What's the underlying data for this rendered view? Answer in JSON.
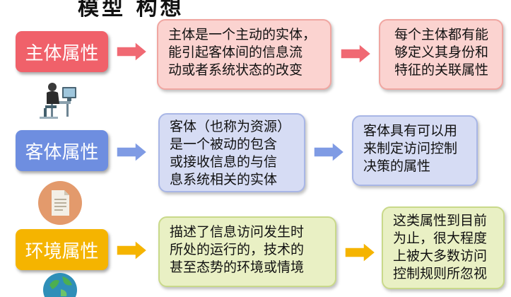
{
  "top_title": "模型  构想",
  "rows": [
    {
      "label": "主体属性",
      "definition": [
        "主体是一个主动的实体，",
        "能引起客体间的信息流",
        "动或者系统状态的改变"
      ],
      "attribute": [
        "每个主体都有能",
        "够定义其身份和",
        "特征的关联属性"
      ],
      "colors": {
        "label": "#f0616a",
        "box": "#fbd3d0",
        "border": "#f0a6a1",
        "arrow": "#f06973"
      }
    },
    {
      "label": "客体属性",
      "definition": [
        "客体（也称为资源）",
        "是一个被动的包含",
        "或接收信息的与信",
        "息系统相关的实体"
      ],
      "attribute": [
        "客体具有可以用",
        "来制定访问控制",
        "决策的属性"
      ],
      "colors": {
        "label": "#6e8ee0",
        "box": "#d6dcf4",
        "border": "#a8b6e6",
        "arrow": "#7f9be4"
      }
    },
    {
      "label": "环境属性",
      "definition": [
        "描述了信息访问发生时",
        "所处的运行的，技术的",
        "甚至态势的环境或情境"
      ],
      "attribute": [
        "这类属性到目前",
        "为止，很大程度",
        "上被大多数访问",
        "控制规则所忽视"
      ],
      "colors": {
        "label": "#f5b400",
        "box": "#e9f0c4",
        "border": "#c9d98a",
        "arrow": "#f5b400"
      }
    }
  ],
  "icons": [
    "user-at-computer-icon",
    "document-icon",
    "globe-icon"
  ]
}
